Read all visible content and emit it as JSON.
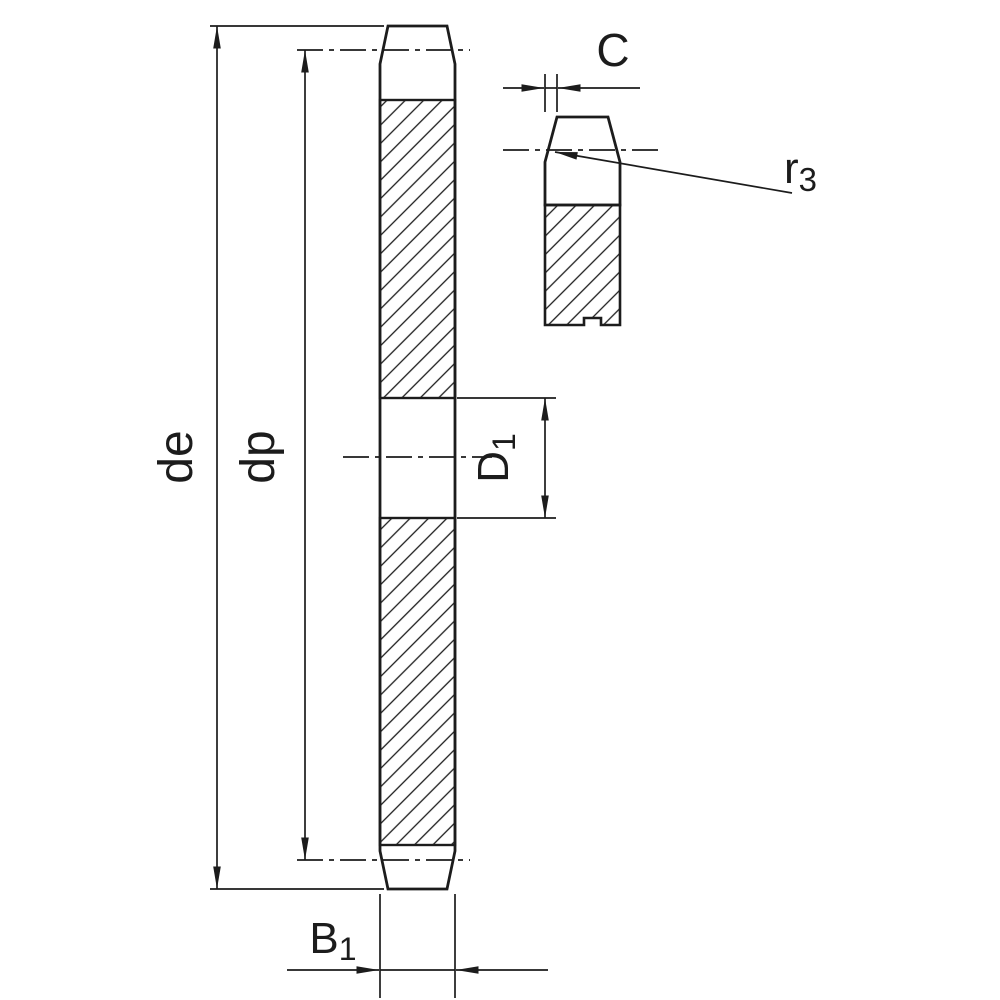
{
  "diagram": {
    "kind": "technical-drawing",
    "line_color": "#1c1c1c",
    "background_color": "#ffffff",
    "labels": {
      "de": "de",
      "dp": "dp",
      "d1": {
        "base": "D",
        "sub": "1"
      },
      "b1": {
        "base": "B",
        "sub": "1"
      },
      "c": "C",
      "r3": {
        "base": "r",
        "sub": "3"
      }
    }
  }
}
